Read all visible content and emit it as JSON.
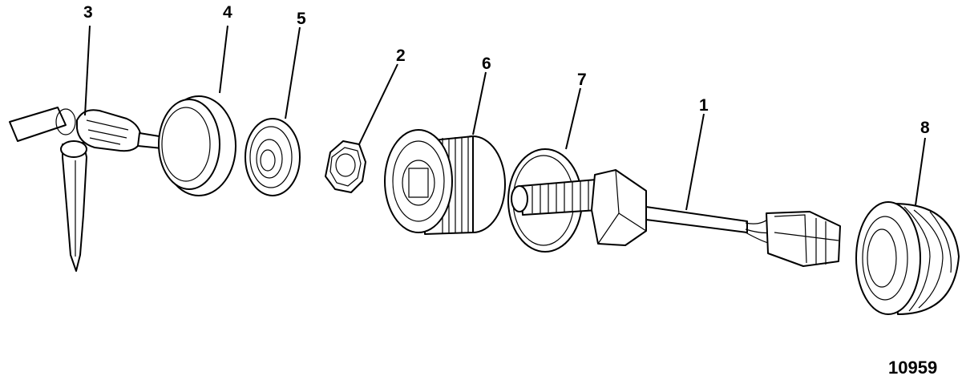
{
  "diagram": {
    "callouts": {
      "c1": "1",
      "c2": "2",
      "c3": "3",
      "c4": "4",
      "c5": "5",
      "c6": "6",
      "c7": "7",
      "c8": "8"
    },
    "figure_number": "10959"
  }
}
